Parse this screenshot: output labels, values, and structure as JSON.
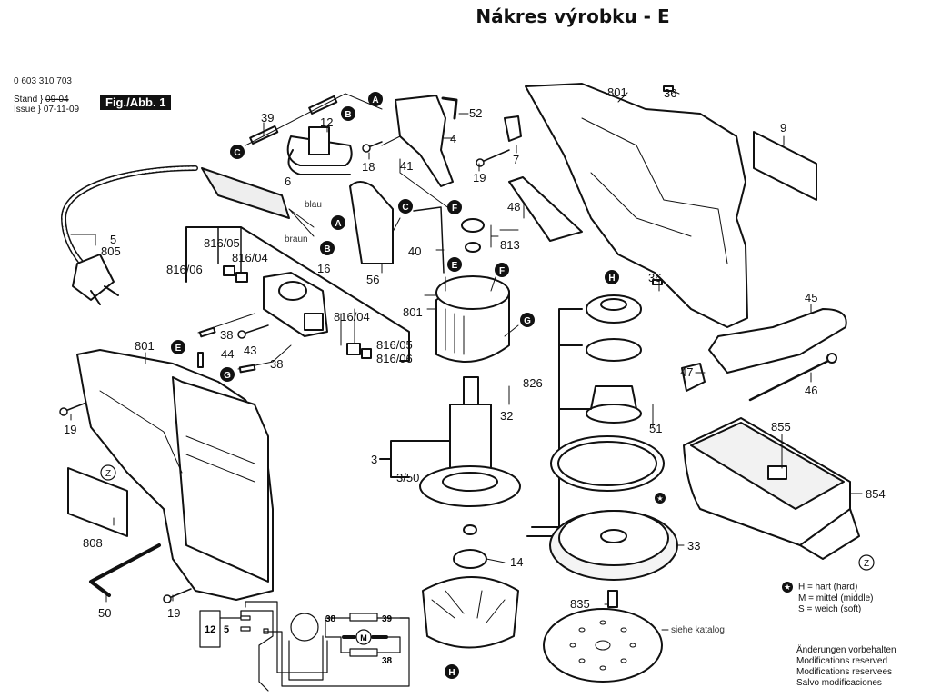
{
  "title": "Nákres výrobku - E",
  "header": {
    "part_number": "0 603 310 703",
    "stand_label": "Stand",
    "issue_label": "Issue",
    "old_date": "09-04",
    "issue_date": "07-11-09",
    "figure_label": "Fig./Abb. 1"
  },
  "part_labels": {
    "p3": "3",
    "p3_50": "3/50",
    "p4": "4",
    "p5": "5",
    "p6": "6",
    "p7": "7",
    "p9": "9",
    "p12": "12",
    "p14": "14",
    "p16": "16",
    "p18": "18",
    "p19a": "19",
    "p19b": "19",
    "p19c": "19",
    "p32": "32",
    "p33": "33",
    "p36a": "36",
    "p36b": "36",
    "p38a": "38",
    "p38b": "38",
    "p39": "39",
    "p40": "40",
    "p41": "41",
    "p43": "43",
    "p44": "44",
    "p45": "45",
    "p46": "46",
    "p47": "47",
    "p48": "48",
    "p50": "50",
    "p51": "51",
    "p52": "52",
    "p56": "56",
    "p801a": "801",
    "p801b": "801",
    "p801c": "801",
    "p805": "805",
    "p808": "808",
    "p813": "813",
    "p816_04a": "816/04",
    "p816_04b": "816/04",
    "p816_05a": "816/05",
    "p816_05b": "816/05",
    "p816_06a": "816/06",
    "p816_06b": "816/06",
    "p826": "826",
    "p835": "835",
    "p854": "854",
    "p855": "855",
    "siehe_katalog": "siehe katalog"
  },
  "wire_labels": {
    "blau": "blau",
    "braun": "braun"
  },
  "callouts": {
    "A": "A",
    "B": "B",
    "C": "C",
    "E": "E",
    "F": "F",
    "G": "G",
    "H": "H",
    "Z": "Z"
  },
  "schematic": {
    "switch": "12",
    "cord": "5",
    "res_top": "39",
    "res_top_left": "38",
    "res_bottom": "38",
    "motor": "M"
  },
  "legend": {
    "star_icon": "star-icon",
    "items": [
      "H = hart (hard)",
      "M = mittel (middle)",
      "S = weich (soft)"
    ]
  },
  "notes": [
    "Änderungen vorbehalten",
    "Modifications reserved",
    "Modifications reservees",
    "Salvo modificaciones"
  ]
}
